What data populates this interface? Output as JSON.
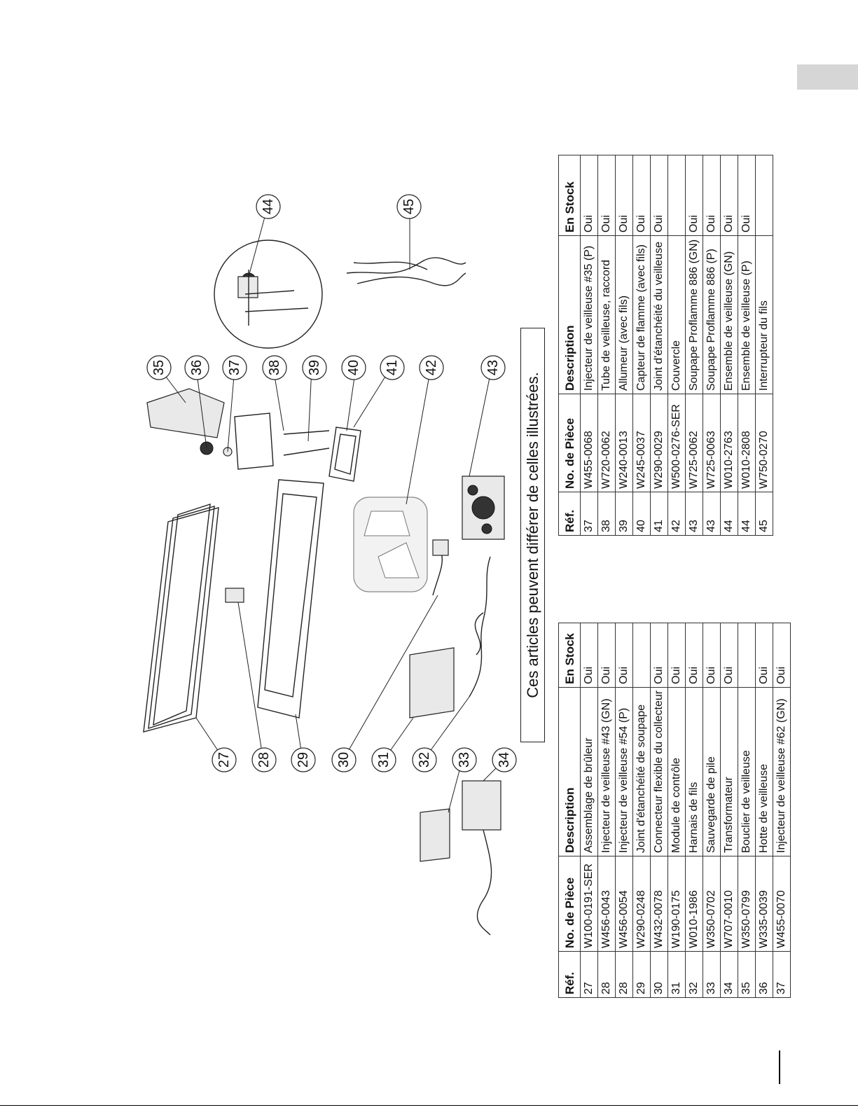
{
  "note": "Ces articles peuvent différer de celles illustrées.",
  "headers": {
    "ref": "Réf.",
    "part_no": "No. de Pièce",
    "description": "Description",
    "in_stock": "En Stock"
  },
  "left_table": [
    {
      "ref": "27",
      "part_no": "W100-0191-SER",
      "description": "Assemblage de brûleur",
      "in_stock": "Oui"
    },
    {
      "ref": "28",
      "part_no": "W456-0043",
      "description": "Injecteur de veilleuse #43 (GN)",
      "in_stock": "Oui"
    },
    {
      "ref": "28",
      "part_no": "W456-0054",
      "description": "Injecteur de veilleuse #54 (P)",
      "in_stock": "Oui"
    },
    {
      "ref": "29",
      "part_no": "W290-0248",
      "description": "Joint d'étanchéité de soupape",
      "in_stock": ""
    },
    {
      "ref": "30",
      "part_no": "W432-0078",
      "description": "Connecteur flexible du collecteur",
      "in_stock": "Oui"
    },
    {
      "ref": "31",
      "part_no": "W190-0175",
      "description": "Module de contrôle",
      "in_stock": "Oui"
    },
    {
      "ref": "32",
      "part_no": "W010-1986",
      "description": "Harnais de fils",
      "in_stock": "Oui"
    },
    {
      "ref": "33",
      "part_no": "W350-0702",
      "description": "Sauvegarde de pile",
      "in_stock": "Oui"
    },
    {
      "ref": "34",
      "part_no": "W707-0010",
      "description": "Transformateur",
      "in_stock": "Oui"
    },
    {
      "ref": "35",
      "part_no": "W350-0799",
      "description": "Bouclier de veilleuse",
      "in_stock": ""
    },
    {
      "ref": "36",
      "part_no": "W335-0039",
      "description": "Hotte de veilleuse",
      "in_stock": "Oui"
    },
    {
      "ref": "37",
      "part_no": "W455-0070",
      "description": "Injecteur de veilleuse #62 (GN)",
      "in_stock": "Oui"
    }
  ],
  "right_table": [
    {
      "ref": "37",
      "part_no": "W455-0068",
      "description": "Injecteur de veilleuse #35 (P)",
      "in_stock": "Oui"
    },
    {
      "ref": "38",
      "part_no": "W720-0062",
      "description": "Tube de veilleuse, raccord",
      "in_stock": "Oui"
    },
    {
      "ref": "39",
      "part_no": "W240-0013",
      "description": "Allumeur (avec fils)",
      "in_stock": "Oui"
    },
    {
      "ref": "40",
      "part_no": "W245-0037",
      "description": "Capteur de flamme (avec fils)",
      "in_stock": "Oui"
    },
    {
      "ref": "41",
      "part_no": "W290-0029",
      "description": "Joint d'étanchéité du veilleuse",
      "in_stock": "Oui"
    },
    {
      "ref": "42",
      "part_no": "W500-0276-SER",
      "description": "Couvercle",
      "in_stock": ""
    },
    {
      "ref": "43",
      "part_no": "W725-0062",
      "description": "Soupape Proflamme 886 (GN)",
      "in_stock": "Oui"
    },
    {
      "ref": "43",
      "part_no": "W725-0063",
      "description": "Soupape Proflamme 886 (P)",
      "in_stock": "Oui"
    },
    {
      "ref": "44",
      "part_no": "W010-2763",
      "description": "Ensemble de veilleuse (GN)",
      "in_stock": "Oui"
    },
    {
      "ref": "44",
      "part_no": "W010-2808",
      "description": "Ensemble de veilleuse (P)",
      "in_stock": "Oui"
    },
    {
      "ref": "45",
      "part_no": "W750-0270",
      "description": "Interrupteur du fils",
      "in_stock": ""
    }
  ],
  "callouts": [
    "27",
    "28",
    "29",
    "30",
    "31",
    "32",
    "33",
    "34",
    "35",
    "36",
    "37",
    "38",
    "39",
    "40",
    "41",
    "42",
    "43",
    "44",
    "45"
  ]
}
